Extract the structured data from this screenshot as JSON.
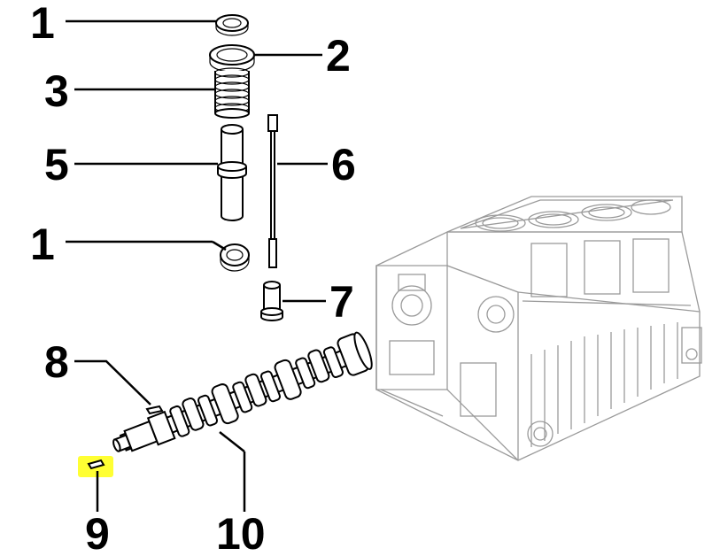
{
  "diagram": {
    "callouts": [
      {
        "id": "c1a",
        "label": "1"
      },
      {
        "id": "c2",
        "label": "2"
      },
      {
        "id": "c3",
        "label": "3"
      },
      {
        "id": "c5",
        "label": "5"
      },
      {
        "id": "c6",
        "label": "6"
      },
      {
        "id": "c1b",
        "label": "1"
      },
      {
        "id": "c7",
        "label": "7"
      },
      {
        "id": "c8",
        "label": "8"
      },
      {
        "id": "c9",
        "label": "9"
      },
      {
        "id": "c10",
        "label": "10"
      }
    ],
    "highlight_color": "#ffff33",
    "line_color": "#000000",
    "ghost_color": "#9a9a9a"
  }
}
